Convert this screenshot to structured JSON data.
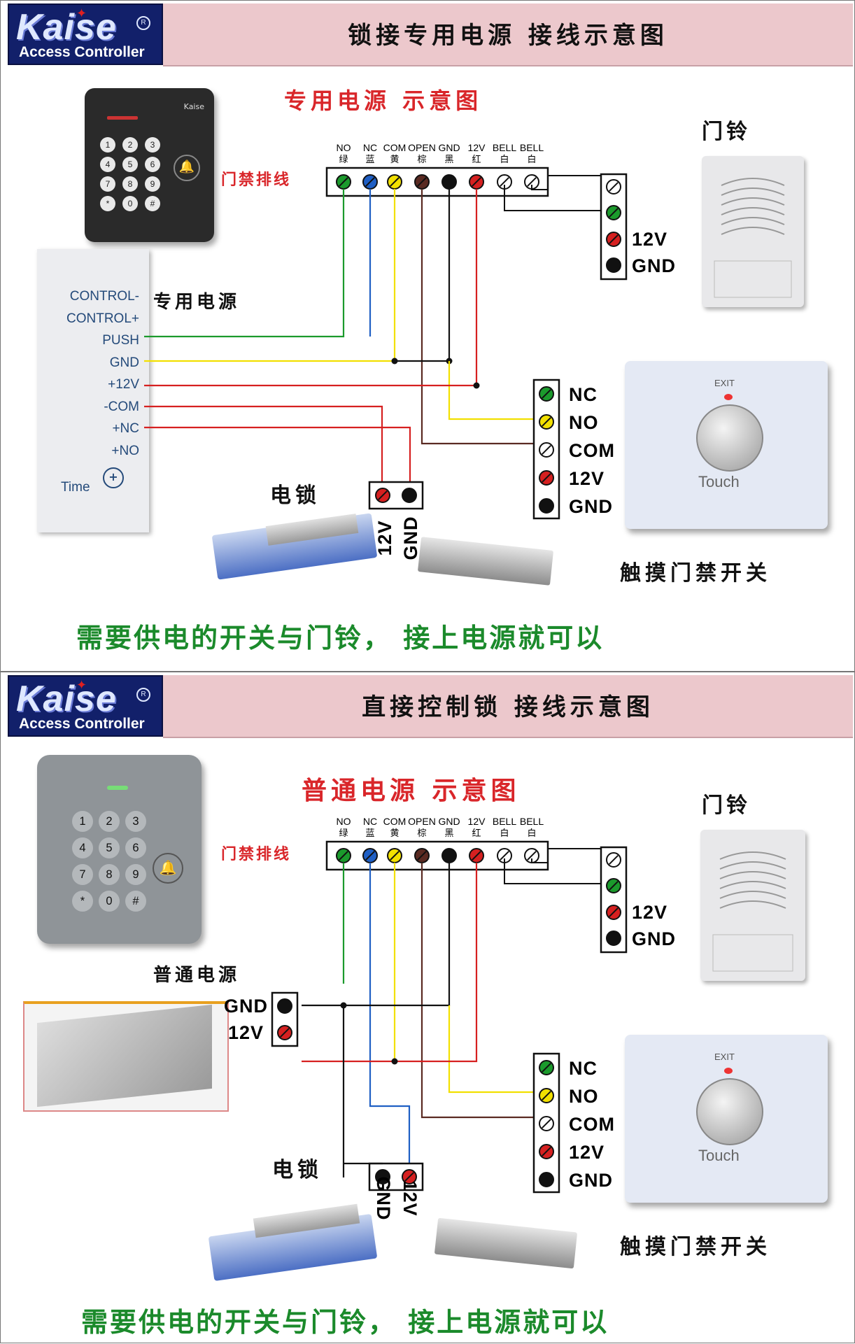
{
  "brand": {
    "word": "Kaise",
    "sub": "Access Controller",
    "reg": "R"
  },
  "colors": {
    "green": "#1b9a2c",
    "blue": "#1f5fc4",
    "yellow": "#f2e000",
    "brown": "#5a2a22",
    "black": "#111111",
    "red": "#d62020",
    "title_red": "#d9262a",
    "note_green": "#1b8a2b"
  },
  "terminal_labels": [
    "NO",
    "NC",
    "COM",
    "OPEN",
    "GND",
    "12V",
    "BELL",
    "BELL"
  ],
  "terminal_colors_cn": [
    "绿",
    "蓝",
    "黄",
    "棕",
    "黑",
    "红",
    "白",
    "白"
  ],
  "panel1": {
    "header_title": "锁接专用电源  接线示意图",
    "subtitle": "专用电源  示意图",
    "cable_label": "门禁排线",
    "keypad_keys": [
      "1",
      "2",
      "3",
      "4",
      "5",
      "6",
      "7",
      "8",
      "9",
      "*",
      "0",
      "#"
    ],
    "keypad_brand": "Kaise",
    "psu_name": "专用电源",
    "psu_terminals": [
      "CONTROL-",
      "CONTROL+",
      "PUSH",
      "GND",
      "+12V",
      "-COM",
      "+NC",
      "+NO"
    ],
    "psu_time": "Time",
    "doorbell": "门铃",
    "bell_terminals": [
      "12V",
      "GND"
    ],
    "switch_terminals": [
      "NC",
      "NO",
      "COM",
      "12V",
      "GND"
    ],
    "switch_name": "触摸门禁开关",
    "switch_exit": "EXIT",
    "switch_touch": "Touch",
    "lock_name": "电锁",
    "lock_terminals": [
      "12V",
      "GND"
    ],
    "bottom_note": "需要供电的开关与门铃，  接上电源就可以"
  },
  "panel2": {
    "header_title": "直接控制锁   接线示意图",
    "subtitle": "普通电源  示意图",
    "cable_label": "门禁排线",
    "keypad_keys": [
      "1",
      "2",
      "3",
      "4",
      "5",
      "6",
      "7",
      "8",
      "9",
      "*",
      "0",
      "#"
    ],
    "psu_name": "普通电源",
    "psu_terminals": [
      "GND",
      "12V"
    ],
    "doorbell": "门铃",
    "bell_terminals": [
      "12V",
      "GND"
    ],
    "switch_terminals": [
      "NC",
      "NO",
      "COM",
      "12V",
      "GND"
    ],
    "switch_name": "触摸门禁开关",
    "switch_exit": "EXIT",
    "switch_touch": "Touch",
    "lock_name": "电锁",
    "lock_terminals": [
      "GND",
      "12V"
    ],
    "bottom_note": "需要供电的开关与门铃，  接上电源就可以"
  }
}
